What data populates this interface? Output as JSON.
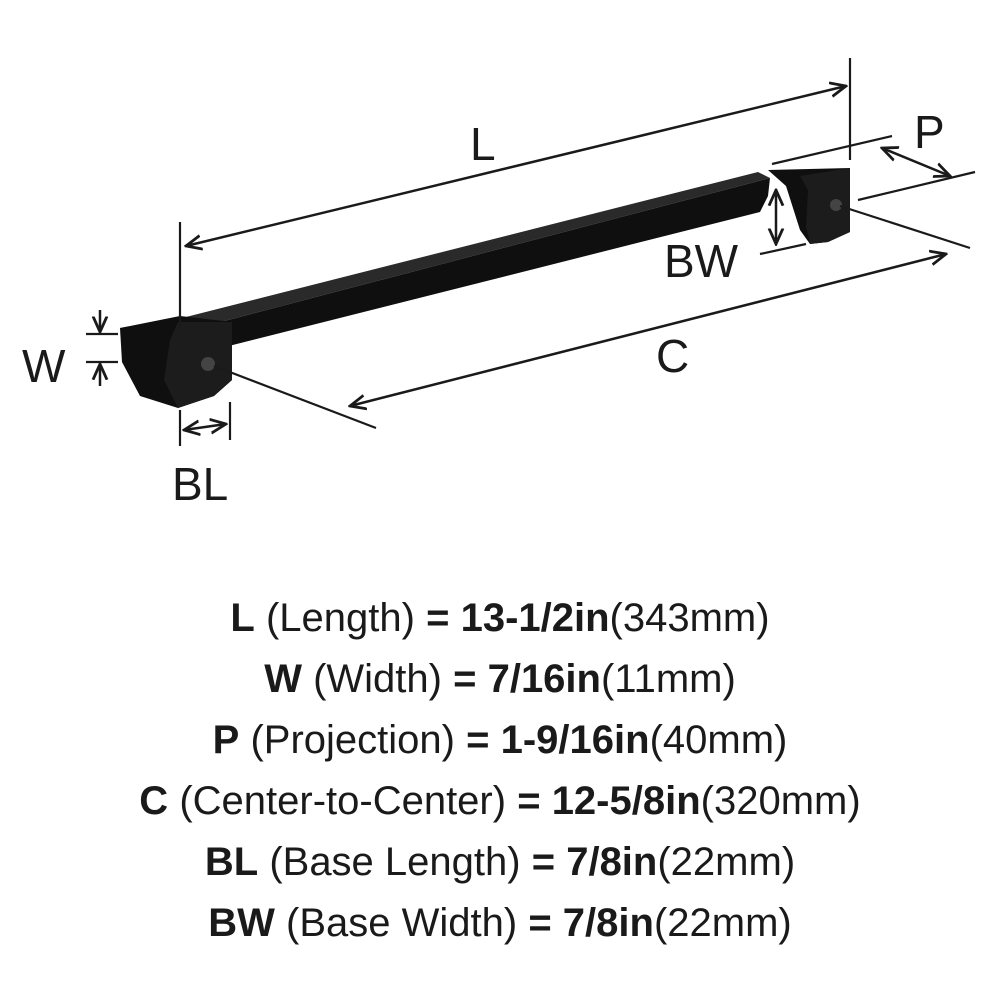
{
  "diagram": {
    "labels": {
      "length": "L",
      "width": "W",
      "projection": "P",
      "center": "C",
      "base_length": "BL",
      "base_width": "BW"
    },
    "colors": {
      "ink": "#1a1a1a",
      "bar": "#0f0f0f"
    }
  },
  "specs": [
    {
      "code": "L",
      "desc": "(Length)",
      "eq": "=",
      "imperial": "13-1/2in",
      "metric": "(343mm)"
    },
    {
      "code": "W",
      "desc": "(Width)",
      "eq": "=",
      "imperial": "7/16in",
      "metric": "(11mm)"
    },
    {
      "code": "P",
      "desc": "(Projection)",
      "eq": "=",
      "imperial": "1-9/16in",
      "metric": "(40mm)"
    },
    {
      "code": "C",
      "desc": "(Center-to-Center)",
      "eq": "=",
      "imperial": "12-5/8in",
      "metric": "(320mm)"
    },
    {
      "code": "BL",
      "desc": "(Base Length)",
      "eq": "=",
      "imperial": "7/8in",
      "metric": "(22mm)"
    },
    {
      "code": "BW",
      "desc": "(Base Width)",
      "eq": "=",
      "imperial": "7/8in",
      "metric": "(22mm)"
    }
  ]
}
